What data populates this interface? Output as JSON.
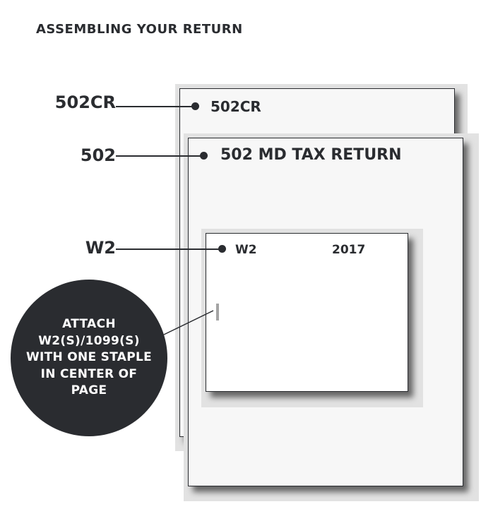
{
  "title": "ASSEMBLING YOUR RETURN",
  "forms": {
    "form_502cr": {
      "side_label": "502CR",
      "sheet_label": "502CR"
    },
    "form_502": {
      "side_label": "502",
      "sheet_label": "502 MD TAX RETURN"
    },
    "form_w2": {
      "side_label": "W2",
      "sheet_label": "W2",
      "year": "2017"
    }
  },
  "callout": {
    "lines": [
      "ATTACH",
      "W2(S)/1099(S)",
      "WITH ONE STAPLE",
      "IN CENTER OF",
      "PAGE"
    ]
  },
  "colors": {
    "ink": "#2a2c30",
    "halo": "#e2e2e2",
    "sheet": "#f7f7f7",
    "staple": "#a4a4a4"
  }
}
